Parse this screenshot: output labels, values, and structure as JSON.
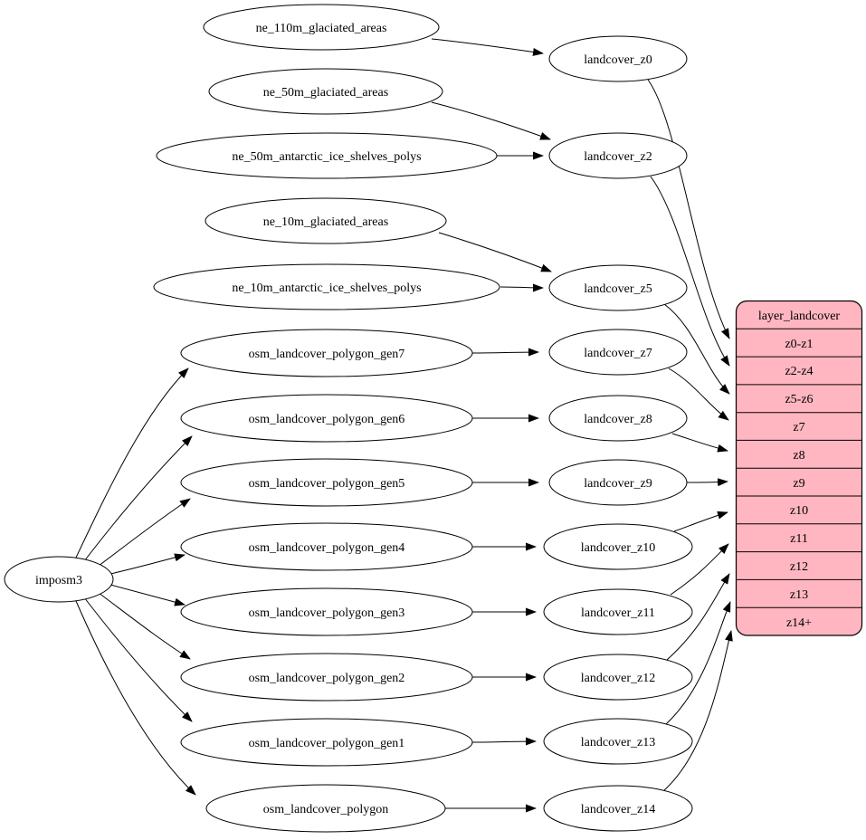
{
  "diagram": {
    "background": "#ffffff",
    "edge_color": "#000000",
    "node_fill": "#ffffff",
    "node_stroke": "#000000"
  },
  "nodes": {
    "imposm3": {
      "label": "imposm3"
    },
    "ne_110m_glaciated_areas": {
      "label": "ne_110m_glaciated_areas"
    },
    "ne_50m_glaciated_areas": {
      "label": "ne_50m_glaciated_areas"
    },
    "ne_50m_antarctic_ice_shelves_polys": {
      "label": "ne_50m_antarctic_ice_shelves_polys"
    },
    "ne_10m_glaciated_areas": {
      "label": "ne_10m_glaciated_areas"
    },
    "ne_10m_antarctic_ice_shelves_polys": {
      "label": "ne_10m_antarctic_ice_shelves_polys"
    },
    "osm_landcover_polygon_gen7": {
      "label": "osm_landcover_polygon_gen7"
    },
    "osm_landcover_polygon_gen6": {
      "label": "osm_landcover_polygon_gen6"
    },
    "osm_landcover_polygon_gen5": {
      "label": "osm_landcover_polygon_gen5"
    },
    "osm_landcover_polygon_gen4": {
      "label": "osm_landcover_polygon_gen4"
    },
    "osm_landcover_polygon_gen3": {
      "label": "osm_landcover_polygon_gen3"
    },
    "osm_landcover_polygon_gen2": {
      "label": "osm_landcover_polygon_gen2"
    },
    "osm_landcover_polygon_gen1": {
      "label": "osm_landcover_polygon_gen1"
    },
    "osm_landcover_polygon": {
      "label": "osm_landcover_polygon"
    },
    "landcover_z0": {
      "label": "landcover_z0"
    },
    "landcover_z2": {
      "label": "landcover_z2"
    },
    "landcover_z5": {
      "label": "landcover_z5"
    },
    "landcover_z7": {
      "label": "landcover_z7"
    },
    "landcover_z8": {
      "label": "landcover_z8"
    },
    "landcover_z9": {
      "label": "landcover_z9"
    },
    "landcover_z10": {
      "label": "landcover_z10"
    },
    "landcover_z11": {
      "label": "landcover_z11"
    },
    "landcover_z12": {
      "label": "landcover_z12"
    },
    "landcover_z13": {
      "label": "landcover_z13"
    },
    "landcover_z14": {
      "label": "landcover_z14"
    }
  },
  "record": {
    "title": "layer_landcover",
    "fill": "#ffb6c1",
    "rows": [
      "z0-z1",
      "z2-z4",
      "z5-z6",
      "z7",
      "z8",
      "z9",
      "z10",
      "z11",
      "z12",
      "z13",
      "z14+"
    ]
  },
  "edges": [
    {
      "from": "ne_110m_glaciated_areas",
      "to": "landcover_z0"
    },
    {
      "from": "ne_50m_glaciated_areas",
      "to": "landcover_z2"
    },
    {
      "from": "ne_50m_antarctic_ice_shelves_polys",
      "to": "landcover_z2"
    },
    {
      "from": "ne_10m_glaciated_areas",
      "to": "landcover_z5"
    },
    {
      "from": "ne_10m_antarctic_ice_shelves_polys",
      "to": "landcover_z5"
    },
    {
      "from": "imposm3",
      "to": "osm_landcover_polygon_gen7"
    },
    {
      "from": "imposm3",
      "to": "osm_landcover_polygon_gen6"
    },
    {
      "from": "imposm3",
      "to": "osm_landcover_polygon_gen5"
    },
    {
      "from": "imposm3",
      "to": "osm_landcover_polygon_gen4"
    },
    {
      "from": "imposm3",
      "to": "osm_landcover_polygon_gen3"
    },
    {
      "from": "imposm3",
      "to": "osm_landcover_polygon_gen2"
    },
    {
      "from": "imposm3",
      "to": "osm_landcover_polygon_gen1"
    },
    {
      "from": "imposm3",
      "to": "osm_landcover_polygon"
    },
    {
      "from": "osm_landcover_polygon_gen7",
      "to": "landcover_z7"
    },
    {
      "from": "osm_landcover_polygon_gen6",
      "to": "landcover_z8"
    },
    {
      "from": "osm_landcover_polygon_gen5",
      "to": "landcover_z9"
    },
    {
      "from": "osm_landcover_polygon_gen4",
      "to": "landcover_z10"
    },
    {
      "from": "osm_landcover_polygon_gen3",
      "to": "landcover_z11"
    },
    {
      "from": "osm_landcover_polygon_gen2",
      "to": "landcover_z12"
    },
    {
      "from": "osm_landcover_polygon_gen1",
      "to": "landcover_z13"
    },
    {
      "from": "osm_landcover_polygon",
      "to": "landcover_z14"
    },
    {
      "from": "landcover_z0",
      "to": "layer_landcover:z0-z1"
    },
    {
      "from": "landcover_z2",
      "to": "layer_landcover:z2-z4"
    },
    {
      "from": "landcover_z5",
      "to": "layer_landcover:z5-z6"
    },
    {
      "from": "landcover_z7",
      "to": "layer_landcover:z7"
    },
    {
      "from": "landcover_z8",
      "to": "layer_landcover:z8"
    },
    {
      "from": "landcover_z9",
      "to": "layer_landcover:z9"
    },
    {
      "from": "landcover_z10",
      "to": "layer_landcover:z10"
    },
    {
      "from": "landcover_z11",
      "to": "layer_landcover:z11"
    },
    {
      "from": "landcover_z12",
      "to": "layer_landcover:z12"
    },
    {
      "from": "landcover_z13",
      "to": "layer_landcover:z13"
    },
    {
      "from": "landcover_z14",
      "to": "layer_landcover:z14+"
    }
  ]
}
